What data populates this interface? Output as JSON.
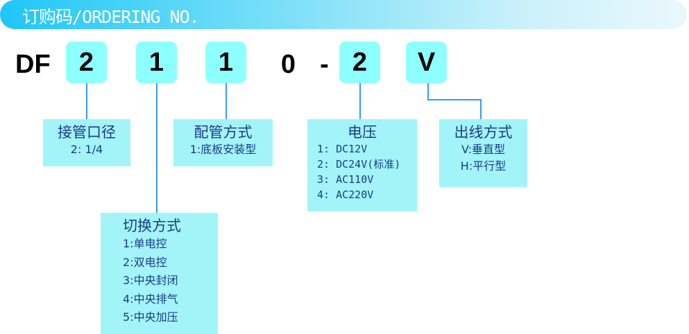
{
  "header": {
    "title": "订购码/ORDERING NO."
  },
  "code": {
    "prefix": "DF",
    "parts": [
      "2",
      "1",
      "1",
      "0",
      "-",
      "2",
      "V"
    ]
  },
  "groups": {
    "port": {
      "title": "接管口径",
      "items": [
        "2: 1/4"
      ]
    },
    "switch": {
      "title": "切换方式",
      "items": [
        "1:单电控",
        "2:双电控",
        "3:中央封闭",
        "4:中央排气",
        "5:中央加压"
      ]
    },
    "mount": {
      "title": "配管方式",
      "items": [
        "1:底板安装型"
      ]
    },
    "voltage": {
      "title": "电压",
      "items": [
        "1: DC12V",
        "2: DC24V(标准)",
        "3: AC110V",
        "4: AC220V"
      ]
    },
    "outlet": {
      "title": "出线方式",
      "items": [
        "V:垂直型",
        "H:平行型"
      ]
    }
  },
  "colors": {
    "box": "#8effff",
    "info": "#a2f4f8",
    "line": "#3399ff",
    "text": "#1a3a8a"
  }
}
